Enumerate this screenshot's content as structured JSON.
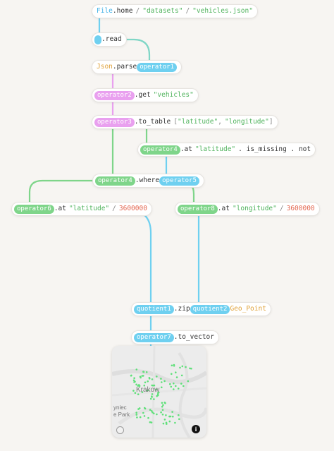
{
  "nodes": {
    "n1": {
      "file": "File",
      "home": ".home",
      "slash1": "/",
      "datasets": "\"datasets\"",
      "slash2": "/",
      "vehicles": "\"vehicles.json\""
    },
    "n2": {
      "method": ".read"
    },
    "n3": {
      "json": "Json",
      "parse": ".parse",
      "arg": "operator1"
    },
    "n4": {
      "self": "operator2",
      "method": ".get",
      "arg": "\"vehicles\""
    },
    "n5": {
      "self": "operator3",
      "method": ".to_table",
      "lb": "[",
      "a1": "\"latitude\"",
      "comma": ",",
      "a2": "\"longitude\"",
      "rb": "]"
    },
    "n6": {
      "self": "operator4",
      "method": ".at",
      "arg": "\"latitude\"",
      "rest": ". is_missing . not"
    },
    "n7": {
      "self": "operator4",
      "method": ".where",
      "arg": "operator5"
    },
    "n8": {
      "self": "operator6",
      "method": ".at",
      "arg": "\"latitude\"",
      "slash": "/",
      "num": "3600000"
    },
    "n9": {
      "self": "operator8",
      "method": ".at",
      "arg": "\"longitude\"",
      "slash": "/",
      "num": "3600000"
    },
    "n10": {
      "self": "quotient1",
      "method": ".zip",
      "arg": "quotient2",
      "fn": "Geo_Point"
    },
    "n11": {
      "self": "operator7",
      "method": ".to_vector"
    }
  },
  "map": {
    "city": "Krakow",
    "label2a": "yniec",
    "label2b": "e Park",
    "icons": [
      "map-pan-icon",
      "info-icon"
    ]
  },
  "colors": {
    "blue": "#6fd0f0",
    "green": "#7fd58a",
    "pink": "#e9a0ef",
    "teal": "#7fd6c6",
    "point": "#5fe07a"
  }
}
